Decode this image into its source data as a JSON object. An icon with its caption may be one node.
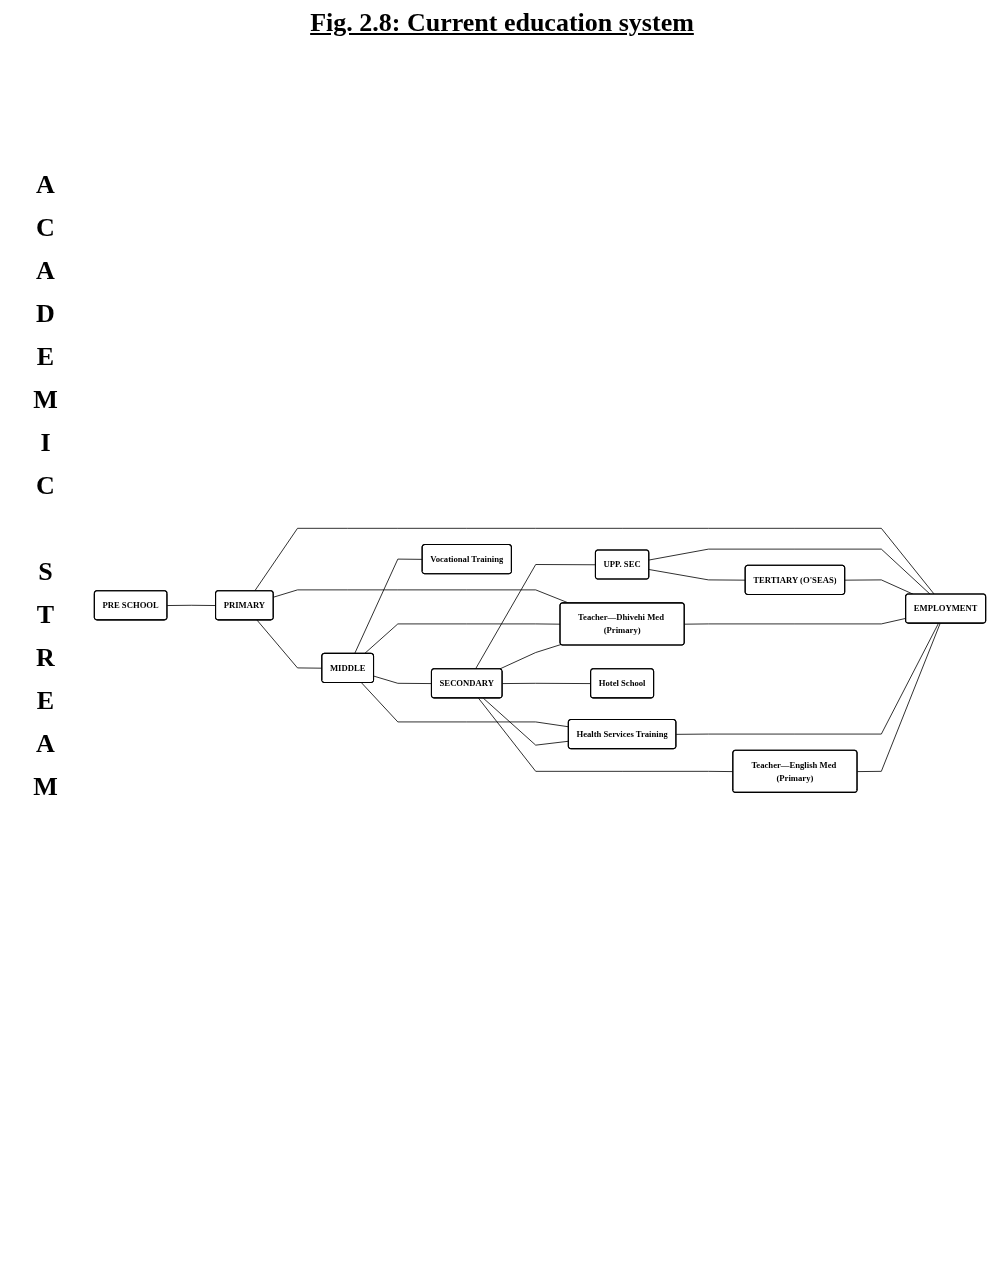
{
  "diagram": {
    "title": "Fig. 2.8: Current education system",
    "nodes": [
      {
        "text": [
          "PRE SCHOOL"
        ]
      },
      {
        "text": [
          "PRIMARY"
        ]
      },
      {
        "text": [
          "MIDDLE"
        ]
      },
      {
        "text": [
          "SECONDARY"
        ]
      },
      {
        "text": [
          "UPP. SEC"
        ]
      },
      {
        "text": [
          "TERTIARY (O'SEAS)"
        ]
      },
      {
        "text": [
          "Vocational Training"
        ]
      },
      {
        "text": [
          "Teacher—Dhivehi Med (Primary)"
        ]
      },
      {
        "text": [
          "Health Services Training"
        ]
      },
      {
        "text": [
          "Teacher—English Med (Primary)"
        ]
      },
      {
        "text": [
          "Hotel School"
        ]
      },
      {
        "text": [
          "EMPLOYMENT"
        ]
      }
    ],
    "edges": [
      {
        "from": 0,
        "to": 1,
        "arrow": "none"
      },
      {
        "from": 1,
        "to": 2,
        "arrow": "none"
      },
      {
        "from": 2,
        "to": 3,
        "arrow": "none"
      },
      {
        "from": 3,
        "to": 4,
        "arrow": "none"
      },
      {
        "from": 4,
        "to": 5,
        "arrow": "none"
      },
      {
        "from": 1,
        "to": 7,
        "arrow": "none"
      },
      {
        "from": 1,
        "to": 11,
        "arrow": "none"
      },
      {
        "from": 2,
        "to": 6,
        "arrow": "none"
      },
      {
        "from": 2,
        "to": 7,
        "arrow": "none"
      },
      {
        "from": 2,
        "to": 8,
        "arrow": "none"
      },
      {
        "from": 3,
        "to": 7,
        "arrow": "none"
      },
      {
        "from": 3,
        "to": 8,
        "arrow": "none"
      },
      {
        "from": 3,
        "to": 9,
        "arrow": "none"
      },
      {
        "from": 3,
        "to": 10,
        "arrow": "none"
      },
      {
        "from": 4,
        "to": 11,
        "arrow": "none"
      },
      {
        "from": 5,
        "to": 11,
        "arrow": "none"
      },
      {
        "from": 7,
        "to": 11,
        "arrow": "none"
      },
      {
        "from": 8,
        "to": 11,
        "arrow": "none"
      },
      {
        "from": 9,
        "to": 11,
        "arrow": "none"
      }
    ],
    "labels": [
      "ACADEMIC STREAM"
    ]
  }
}
